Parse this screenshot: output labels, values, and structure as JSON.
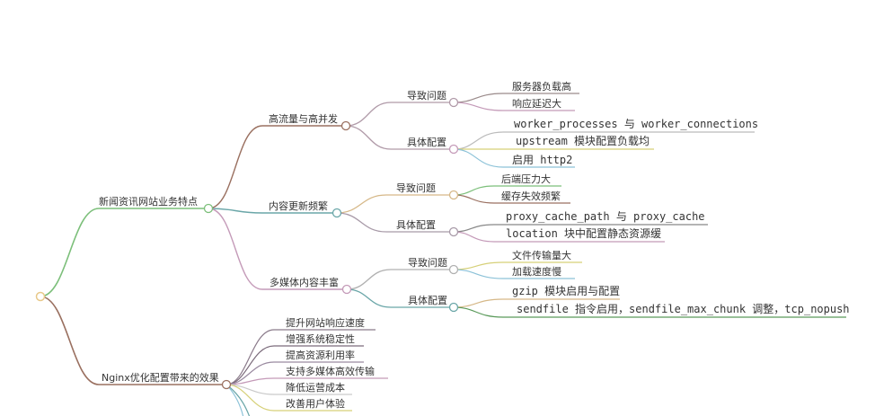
{
  "mindmap": {
    "root": {
      "label": "",
      "children": [
        {
          "label": "新闻资讯网站业务特点",
          "children": [
            {
              "label": "高流量与高并发",
              "children": [
                {
                  "label": "导致问题",
                  "children": [
                    "服务器负载高",
                    "响应延迟大"
                  ]
                },
                {
                  "label": "具体配置",
                  "children": [
                    "worker_processes 与 worker_connections",
                    "upstream 模块配置负载均",
                    "启用 http2"
                  ]
                }
              ]
            },
            {
              "label": "内容更新频繁",
              "children": [
                {
                  "label": "导致问题",
                  "children": [
                    "后端压力大",
                    "缓存失效频繁"
                  ]
                },
                {
                  "label": "具体配置",
                  "children": [
                    "proxy_cache_path 与 proxy_cache",
                    "location 块中配置静态资源缓"
                  ]
                }
              ]
            },
            {
              "label": "多媒体内容丰富",
              "children": [
                {
                  "label": "导致问题",
                  "children": [
                    "文件传输量大",
                    "加载速度慢"
                  ]
                },
                {
                  "label": "具体配置",
                  "children": [
                    "gzip 模块启用与配置",
                    "sendfile 指令启用，sendfile_max_chunk 调整，tcp_nopush"
                  ]
                }
              ]
            }
          ]
        },
        {
          "label": "Nginx优化配置带来的效果",
          "children": [
            "提升网站响应速度",
            "增强系统稳定性",
            "提高资源利用率",
            "支持多媒体高效传输",
            "降低运营成本",
            "改善用户体验"
          ]
        }
      ]
    },
    "colors": {
      "branch_green": "#7cbf7a",
      "branch_brown": "#9a7060",
      "branch_teal": "#6aa6a8",
      "branch_pink": "#c49ab8",
      "branch_yellow": "#d6d078",
      "branch_blue": "#8cc2d8",
      "branch_gray": "#9a9a9a",
      "root_node": "#e8c98a"
    }
  }
}
